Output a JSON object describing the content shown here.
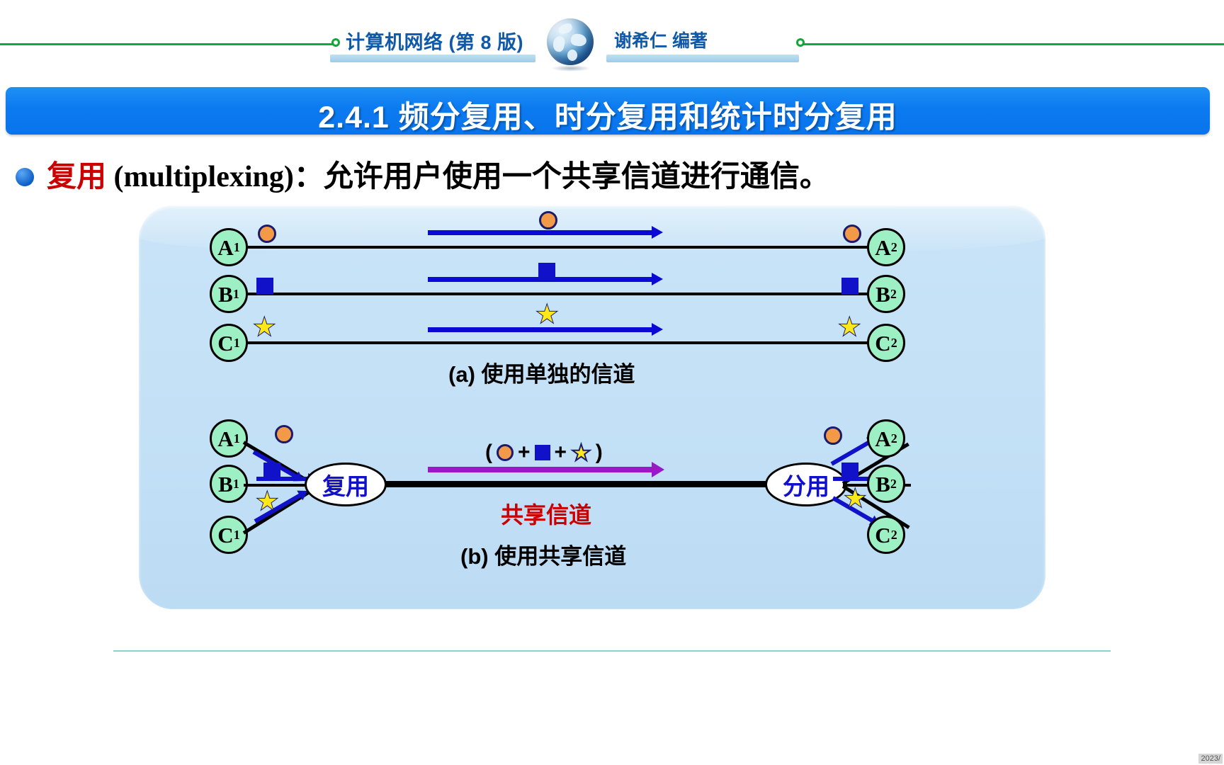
{
  "header": {
    "course_title": "计算机网络 (第 8 版)",
    "author": "谢希仁 编著",
    "globe_icon": "globe-icon"
  },
  "banner": {
    "section_title": "2.4.1  频分复用、时分复用和统计时分复用"
  },
  "bullet": {
    "keyword": "复用",
    "english": " (multiplexing)：",
    "description": "允许用户使用一个共享信道进行通信。"
  },
  "diagram": {
    "part_a": {
      "caption": "(a) 使用单独的信道",
      "rows": [
        {
          "left_label": "A",
          "left_sub": "1",
          "right_label": "A",
          "right_sub": "2",
          "symbol": "circle"
        },
        {
          "left_label": "B",
          "left_sub": "1",
          "right_label": "B",
          "right_sub": "2",
          "symbol": "square"
        },
        {
          "left_label": "C",
          "left_sub": "1",
          "right_label": "C",
          "right_sub": "2",
          "symbol": "star"
        }
      ]
    },
    "part_b": {
      "caption": "(b) 使用共享信道",
      "mux_label": "复用",
      "demux_label": "分用",
      "shared_channel_label": "共享信道",
      "sum_open": "(",
      "sum_plus1": "+",
      "sum_plus2": "+",
      "sum_close": ")",
      "left_nodes": [
        {
          "label": "A",
          "sub": "1",
          "symbol": "circle"
        },
        {
          "label": "B",
          "sub": "1",
          "symbol": "square"
        },
        {
          "label": "C",
          "sub": "1",
          "symbol": "star"
        }
      ],
      "right_nodes": [
        {
          "label": "A",
          "sub": "2",
          "symbol": "circle"
        },
        {
          "label": "B",
          "sub": "2",
          "symbol": "square"
        },
        {
          "label": "C",
          "sub": "2",
          "symbol": "star"
        }
      ]
    }
  },
  "footer": {
    "page_badge": "2023/"
  },
  "colors": {
    "banner_blue": "#0b7af0",
    "header_text_blue": "#1059a8",
    "accent_red": "#cc0000",
    "node_green": "#9cf0c4",
    "arrow_blue": "#0a0ad4",
    "shared_purple": "#9b18c8",
    "symbol_orange": "#f29a48",
    "symbol_yellow": "#ffe81a",
    "panel_blue": "#c3e0f6"
  }
}
